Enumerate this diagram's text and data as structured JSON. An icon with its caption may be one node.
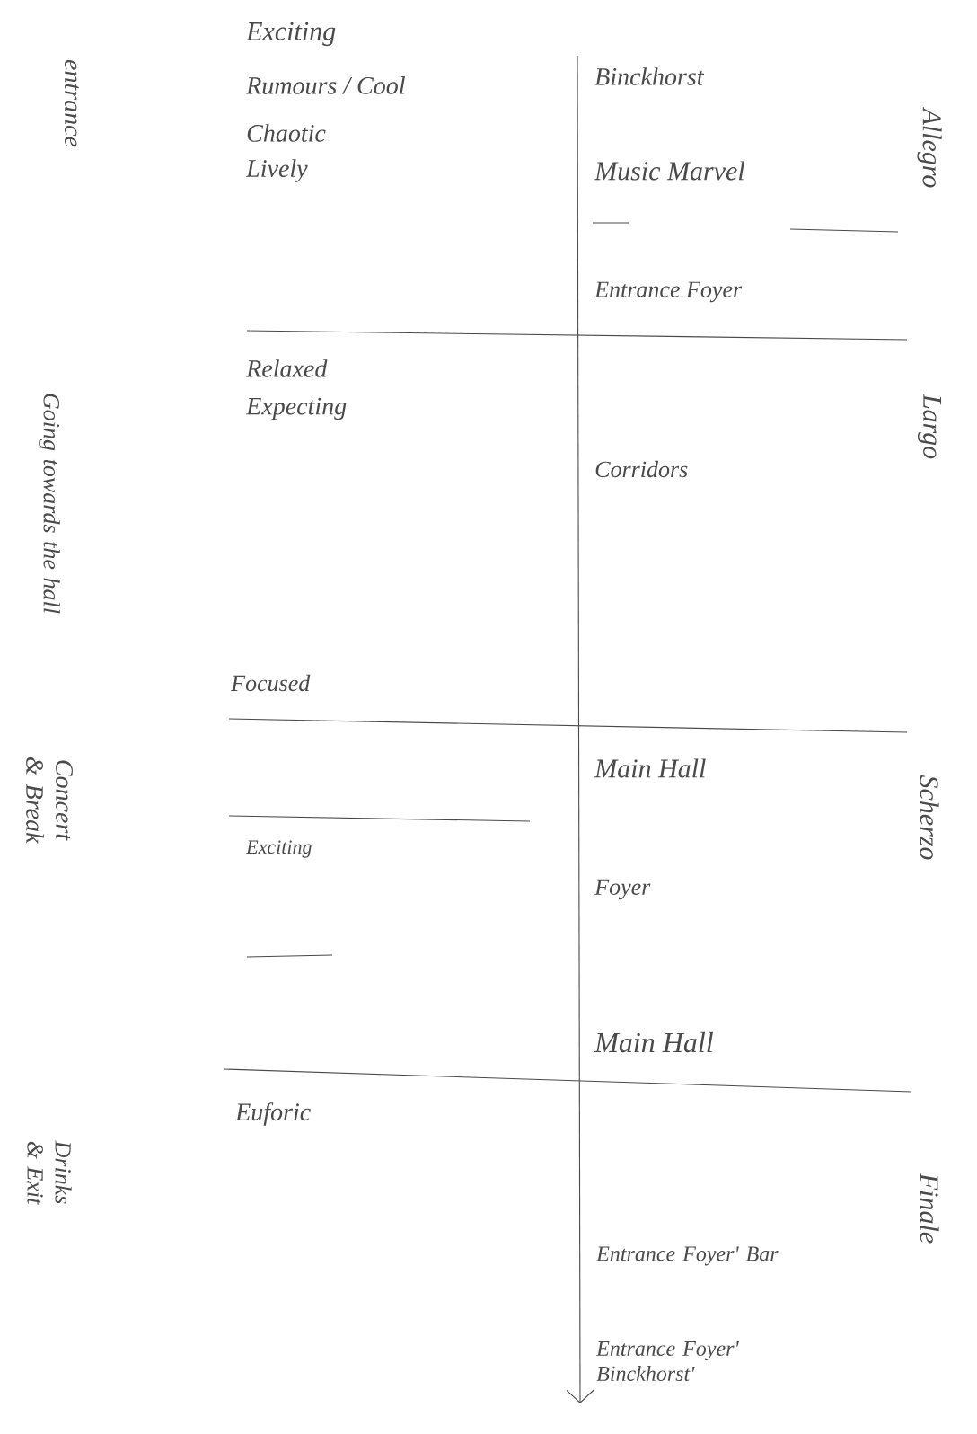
{
  "diagram": {
    "labels": [
      "Exciting",
      "entrance",
      "Allegro",
      "Rumours / Cool",
      "Binckhorst",
      "Chaotic",
      "Lively",
      "Music Marvel",
      "Entrance Foyer",
      "Relaxed",
      "Going towards the hall",
      "Largo",
      "Expecting",
      "Corridors",
      "Focused",
      "Main Hall",
      "Concert & Break",
      "Scherzo",
      "Exciting",
      "Foyer",
      "Main Hall",
      "Euforic",
      "Drinks & Exit",
      "Finale",
      "Entrance Foyer' Bar",
      "Entrance Foyer' Binckhorst'"
    ]
  }
}
